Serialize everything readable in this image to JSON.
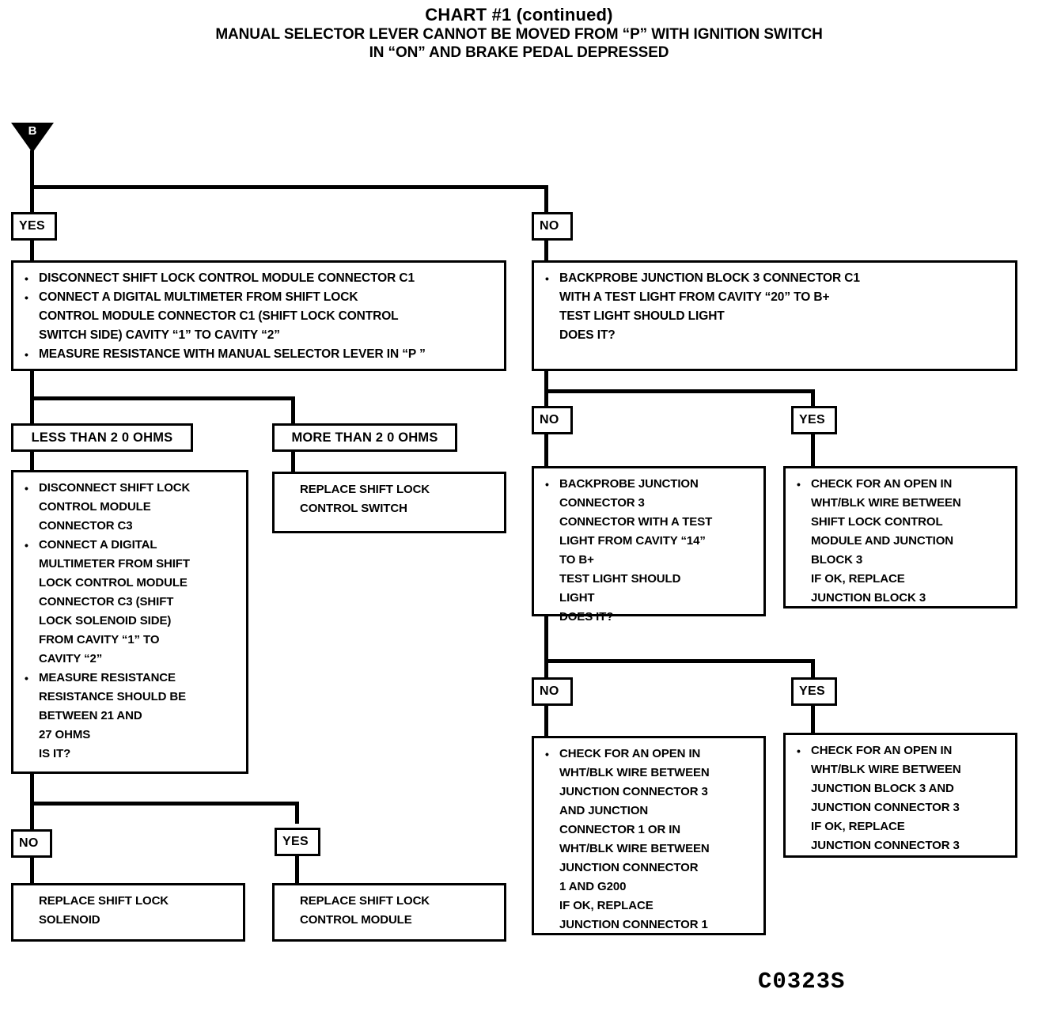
{
  "title": {
    "line1": "CHART #1 (continued)",
    "line2": "MANUAL SELECTOR LEVER CANNOT BE MOVED FROM “P” WITH IGNITION SWITCH\nIN “ON” AND BRAKE PEDAL DEPRESSED"
  },
  "connector": {
    "label": "B"
  },
  "labels": {
    "yes_top": "YES",
    "no_top": "NO",
    "less_than": "LESS THAN 2 0 OHMS",
    "more_than": "MORE THAN 2 0 OHMS",
    "no_left_bottom": "NO",
    "yes_left_bottom": "YES",
    "no_mid_right": "NO",
    "yes_mid_right": "YES",
    "no_low_right": "NO",
    "yes_low_right": "YES"
  },
  "boxes": {
    "left_test_c1": {
      "lines": [
        "DISCONNECT SHIFT LOCK CONTROL MODULE CONNECTOR C1",
        "CONNECT A DIGITAL MULTIMETER FROM SHIFT LOCK\nCONTROL MODULE CONNECTOR C1 (SHIFT LOCK CONTROL\nSWITCH SIDE) CAVITY “1” TO CAVITY “2”",
        "MEASURE RESISTANCE WITH MANUAL SELECTOR LEVER IN “P ”"
      ]
    },
    "right_backprobe_jb3": {
      "lines": [
        "BACKPROBE JUNCTION  BLOCK 3 CONNECTOR C1\nWITH A TEST LIGHT FROM CAVITY “20” TO B+\nTEST LIGHT SHOULD LIGHT\nDOES IT?"
      ]
    },
    "left_test_c3": {
      "lines": [
        "DISCONNECT SHIFT LOCK\nCONTROL MODULE\nCONNECTOR C3",
        "CONNECT A DIGITAL\nMULTIMETER FROM SHIFT\nLOCK CONTROL MODULE\nCONNECTOR C3 (SHIFT\nLOCK SOLENOID SIDE)\nFROM CAVITY “1” TO\nCAVITY “2”",
        "MEASURE RESISTANCE\nRESISTANCE SHOULD BE\nBETWEEN 21 AND\n27 OHMS\nIS IT?"
      ]
    },
    "replace_switch": {
      "lines": [
        "REPLACE SHIFT LOCK\nCONTROL SWITCH"
      ],
      "bulleted": false
    },
    "backprobe_jc3": {
      "lines": [
        "BACKPROBE JUNCTION\nCONNECTOR 3\nCONNECTOR WITH A TEST\nLIGHT FROM CAVITY “14”\nTO B+\nTEST LIGHT SHOULD\nLIGHT\nDOES IT?"
      ]
    },
    "open_slcm_jb3": {
      "lines": [
        "CHECK FOR AN OPEN IN\nWHT/BLK WIRE BETWEEN\nSHIFT LOCK CONTROL\nMODULE AND JUNCTION\nBLOCK 3\nIF OK, REPLACE\nJUNCTION BLOCK 3"
      ]
    },
    "open_jc3_jc1": {
      "lines": [
        "CHECK FOR AN OPEN IN\nWHT/BLK WIRE BETWEEN\nJUNCTION CONNECTOR 3\nAND JUNCTION\nCONNECTOR 1 OR IN\nWHT/BLK WIRE BETWEEN\nJUNCTION CONNECTOR\n1 AND G200\nIF OK, REPLACE\nJUNCTION CONNECTOR 1"
      ]
    },
    "open_jb3_jc3": {
      "lines": [
        "CHECK FOR AN OPEN IN\nWHT/BLK WIRE BETWEEN\nJUNCTION BLOCK 3 AND\nJUNCTION CONNECTOR 3\nIF OK, REPLACE\nJUNCTION CONNECTOR 3"
      ]
    },
    "replace_solenoid": {
      "lines": [
        "REPLACE SHIFT LOCK\nSOLENOID"
      ],
      "bulleted": false
    },
    "replace_module": {
      "lines": [
        "REPLACE SHIFT LOCK\nCONTROL MODULE"
      ],
      "bulleted": false
    }
  },
  "footer": {
    "code": "C0323S"
  }
}
